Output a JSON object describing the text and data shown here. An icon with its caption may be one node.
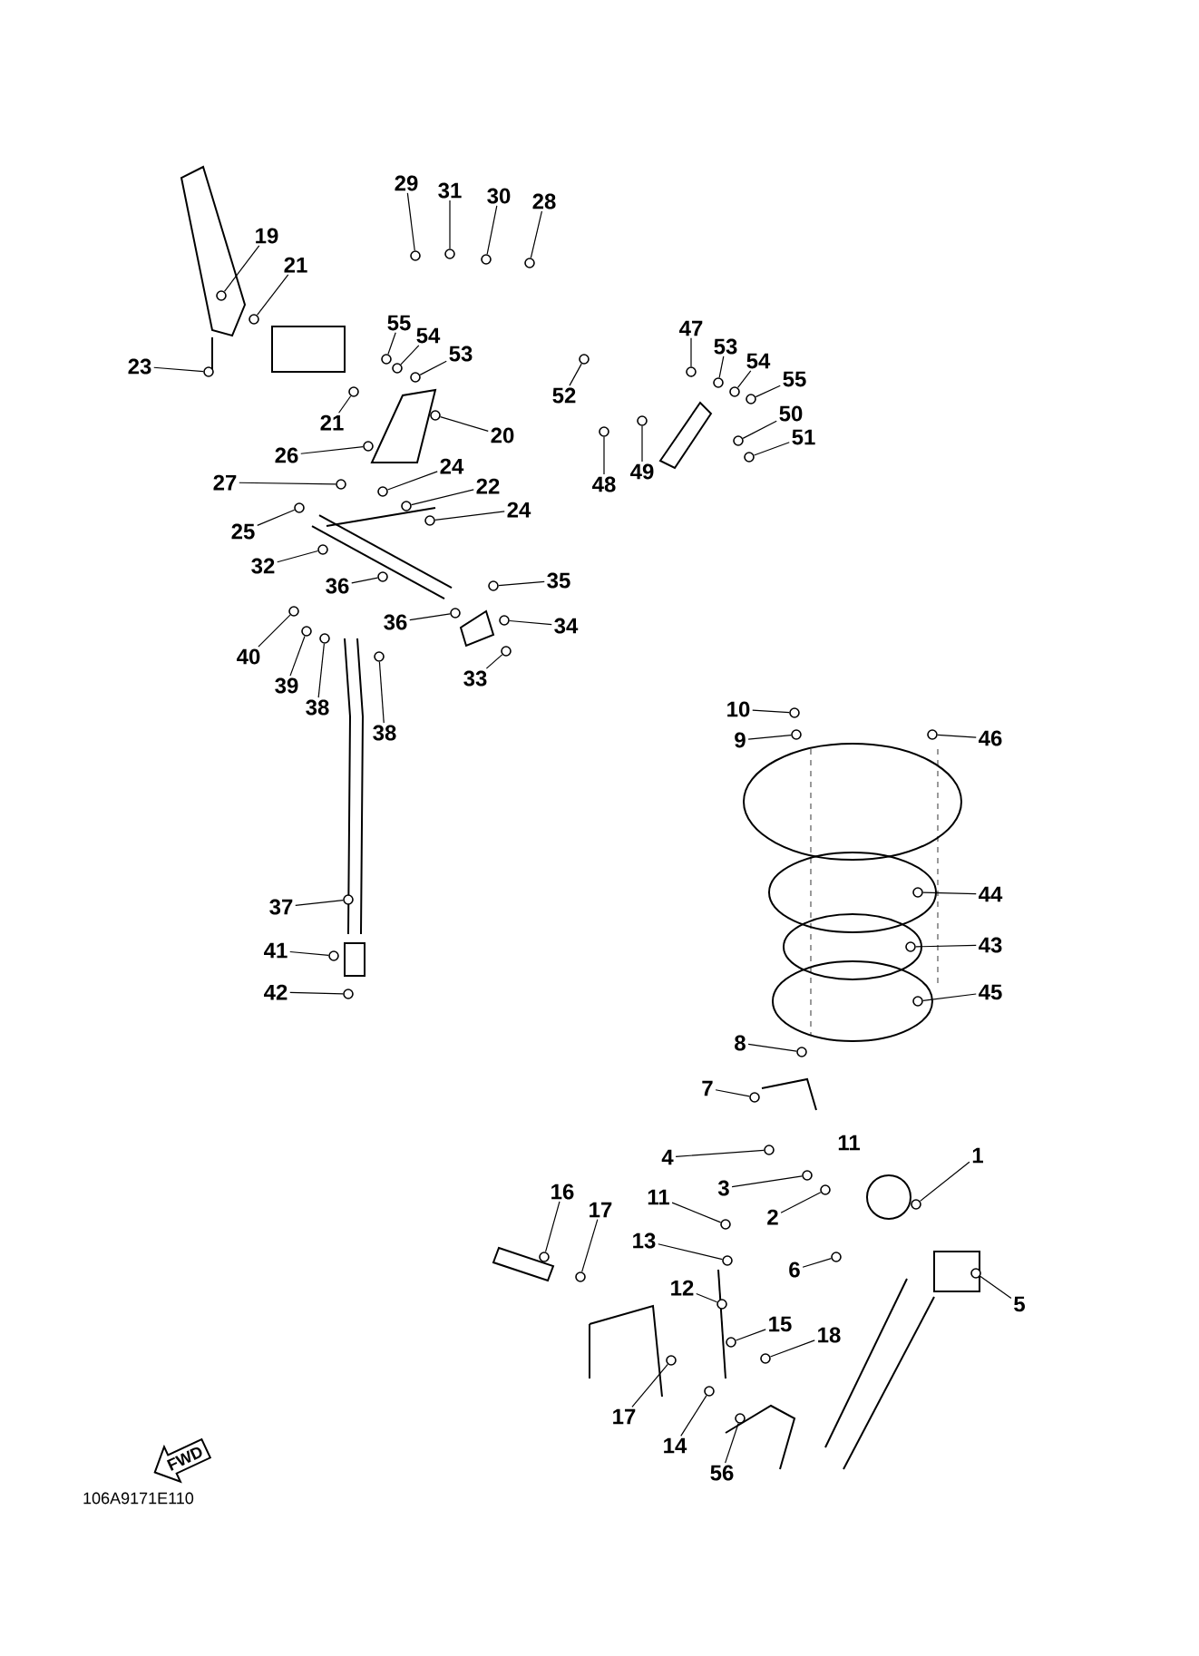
{
  "diagram": {
    "nodes": [
      {
        "text": [
          "29"
        ]
      },
      {
        "text": [
          "31"
        ]
      },
      {
        "text": [
          "30"
        ]
      },
      {
        "text": [
          "28"
        ]
      },
      {
        "text": [
          "19"
        ]
      },
      {
        "text": [
          "21"
        ]
      },
      {
        "text": [
          "23"
        ]
      },
      {
        "text": [
          "55"
        ]
      },
      {
        "text": [
          "54"
        ]
      },
      {
        "text": [
          "53"
        ]
      },
      {
        "text": [
          "52"
        ]
      },
      {
        "text": [
          "47"
        ]
      },
      {
        "text": [
          "53"
        ]
      },
      {
        "text": [
          "54"
        ]
      },
      {
        "text": [
          "55"
        ]
      },
      {
        "text": [
          "50"
        ]
      },
      {
        "text": [
          "51"
        ]
      },
      {
        "text": [
          "21"
        ]
      },
      {
        "text": [
          "20"
        ]
      },
      {
        "text": [
          "26"
        ]
      },
      {
        "text": [
          "27"
        ]
      },
      {
        "text": [
          "24"
        ]
      },
      {
        "text": [
          "22"
        ]
      },
      {
        "text": [
          "48"
        ]
      },
      {
        "text": [
          "49"
        ]
      },
      {
        "text": [
          "24"
        ]
      },
      {
        "text": [
          "25"
        ]
      },
      {
        "text": [
          "32"
        ]
      },
      {
        "text": [
          "36"
        ]
      },
      {
        "text": [
          "35"
        ]
      },
      {
        "text": [
          "36"
        ]
      },
      {
        "text": [
          "34"
        ]
      },
      {
        "text": [
          "40"
        ]
      },
      {
        "text": [
          "39"
        ]
      },
      {
        "text": [
          "38"
        ]
      },
      {
        "text": [
          "33"
        ]
      },
      {
        "text": [
          "38"
        ]
      },
      {
        "text": [
          "10"
        ]
      },
      {
        "text": [
          "9"
        ]
      },
      {
        "text": [
          "46"
        ]
      },
      {
        "text": [
          "44"
        ]
      },
      {
        "text": [
          "37"
        ]
      },
      {
        "text": [
          "43"
        ]
      },
      {
        "text": [
          "41"
        ]
      },
      {
        "text": [
          "45"
        ]
      },
      {
        "text": [
          "42"
        ]
      },
      {
        "text": [
          "8"
        ]
      },
      {
        "text": [
          "7"
        ]
      },
      {
        "text": [
          "11"
        ]
      },
      {
        "text": [
          "4"
        ]
      },
      {
        "text": [
          "1"
        ]
      },
      {
        "text": [
          "3"
        ]
      },
      {
        "text": [
          "16"
        ]
      },
      {
        "text": [
          "11"
        ]
      },
      {
        "text": [
          "2"
        ]
      },
      {
        "text": [
          "17"
        ]
      },
      {
        "text": [
          "13"
        ]
      },
      {
        "text": [
          "6"
        ]
      },
      {
        "text": [
          "12"
        ]
      },
      {
        "text": [
          "5"
        ]
      },
      {
        "text": [
          "15"
        ]
      },
      {
        "text": [
          "18"
        ]
      },
      {
        "text": [
          "17"
        ]
      },
      {
        "text": [
          "14"
        ]
      },
      {
        "text": [
          "56"
        ]
      },
      {
        "text": [
          "FWD"
        ]
      },
      {
        "text": [],
        "shape": "circle"
      },
      {
        "text": [],
        "shape": "circle"
      },
      {
        "text": [],
        "shape": "circle"
      },
      {
        "text": [],
        "shape": "circle"
      },
      {
        "text": [],
        "shape": "circle"
      },
      {
        "text": [],
        "shape": "circle"
      },
      {
        "text": [],
        "shape": "circle"
      },
      {
        "text": [],
        "shape": "circle"
      },
      {
        "text": [],
        "shape": "circle"
      },
      {
        "text": [],
        "shape": "circle"
      },
      {
        "text": [],
        "shape": "circle"
      },
      {
        "text": [],
        "shape": "circle"
      },
      {
        "text": [],
        "shape": "circle"
      },
      {
        "text": [],
        "shape": "circle"
      },
      {
        "text": [],
        "shape": "circle"
      },
      {
        "text": [],
        "shape": "circle"
      },
      {
        "text": [],
        "shape": "circle"
      },
      {
        "text": [],
        "shape": "circle"
      },
      {
        "text": [],
        "shape": "circle"
      },
      {
        "text": [],
        "shape": "circle"
      },
      {
        "text": [],
        "shape": "circle"
      },
      {
        "text": [],
        "shape": "circle"
      },
      {
        "text": [],
        "shape": "circle"
      },
      {
        "text": [],
        "shape": "circle"
      },
      {
        "text": [],
        "shape": "circle"
      },
      {
        "text": [],
        "shape": "circle"
      },
      {
        "text": [],
        "shape": "circle"
      },
      {
        "text": [],
        "shape": "circle"
      },
      {
        "text": [],
        "shape": "circle"
      },
      {
        "text": [],
        "shape": "circle"
      },
      {
        "text": [],
        "shape": "circle"
      },
      {
        "text": [],
        "shape": "circle"
      },
      {
        "text": [],
        "shape": "circle"
      },
      {
        "text": [],
        "shape": "circle"
      },
      {
        "text": [],
        "shape": "circle"
      },
      {
        "text": [],
        "shape": "circle"
      },
      {
        "text": [],
        "shape": "circle"
      },
      {
        "text": [],
        "shape": "circle"
      },
      {
        "text": [],
        "shape": "circle"
      },
      {
        "text": [],
        "shape": "circle"
      },
      {
        "text": [],
        "shape": "circle"
      },
      {
        "text": [],
        "shape": "circle"
      },
      {
        "text": [],
        "shape": "circle"
      },
      {
        "text": [],
        "shape": "circle"
      },
      {
        "text": [],
        "shape": "circle"
      },
      {
        "text": [],
        "shape": "circle"
      },
      {
        "text": [],
        "shape": "circle"
      },
      {
        "text": [],
        "shape": "circle"
      },
      {
        "text": [],
        "shape": "circle"
      },
      {
        "text": [],
        "shape": "circle"
      },
      {
        "text": [],
        "shape": "circle"
      },
      {
        "text": [],
        "shape": "circle"
      },
      {
        "text": [],
        "shape": "circle"
      },
      {
        "text": [],
        "shape": "circle"
      },
      {
        "text": [],
        "shape": "circle"
      },
      {
        "text": [],
        "shape": "circle"
      },
      {
        "text": [],
        "shape": "circle"
      },
      {
        "text": [],
        "shape": "circle"
      },
      {
        "text": [],
        "shape": "circle"
      },
      {
        "text": [],
        "shape": "circle"
      },
      {
        "text": [],
        "shape": "circle"
      },
      {
        "text": [],
        "shape": "circle"
      },
      {
        "text": [],
        "shape": "circle"
      },
      {
        "text": [],
        "shape": "circle"
      }
    ],
    "edges": [
      {
        "from": 0,
        "to": 66,
        "arrow": "none"
      },
      {
        "from": 1,
        "to": 67,
        "arrow": "none"
      },
      {
        "from": 2,
        "to": 68,
        "arrow": "none"
      },
      {
        "from": 3,
        "to": 69,
        "arrow": "none"
      },
      {
        "from": 4,
        "to": 70,
        "arrow": "none"
      },
      {
        "from": 5,
        "to": 71,
        "arrow": "none"
      },
      {
        "from": 6,
        "to": 72,
        "arrow": "none"
      },
      {
        "from": 7,
        "to": 73,
        "arrow": "none"
      },
      {
        "from": 8,
        "to": 74,
        "arrow": "none"
      },
      {
        "from": 9,
        "to": 75,
        "arrow": "none"
      },
      {
        "from": 10,
        "to": 76,
        "arrow": "none"
      },
      {
        "from": 11,
        "to": 77,
        "arrow": "none"
      },
      {
        "from": 12,
        "to": 78,
        "arrow": "none"
      },
      {
        "from": 13,
        "to": 79,
        "arrow": "none"
      },
      {
        "from": 14,
        "to": 80,
        "arrow": "none"
      },
      {
        "from": 15,
        "to": 81,
        "arrow": "none"
      },
      {
        "from": 16,
        "to": 82,
        "arrow": "none"
      },
      {
        "from": 17,
        "to": 83,
        "arrow": "none"
      },
      {
        "from": 18,
        "to": 84,
        "arrow": "none"
      },
      {
        "from": 19,
        "to": 85,
        "arrow": "none"
      },
      {
        "from": 20,
        "to": 86,
        "arrow": "none"
      },
      {
        "from": 21,
        "to": 87,
        "arrow": "none"
      },
      {
        "from": 22,
        "to": 88,
        "arrow": "none"
      },
      {
        "from": 23,
        "to": 89,
        "arrow": "none"
      },
      {
        "from": 24,
        "to": 90,
        "arrow": "none"
      },
      {
        "from": 25,
        "to": 91,
        "arrow": "none"
      },
      {
        "from": 26,
        "to": 92,
        "arrow": "none"
      },
      {
        "from": 27,
        "to": 93,
        "arrow": "none"
      },
      {
        "from": 28,
        "to": 94,
        "arrow": "none"
      },
      {
        "from": 29,
        "to": 95,
        "arrow": "none"
      },
      {
        "from": 30,
        "to": 96,
        "arrow": "none"
      },
      {
        "from": 31,
        "to": 97,
        "arrow": "none"
      },
      {
        "from": 32,
        "to": 98,
        "arrow": "none"
      },
      {
        "from": 33,
        "to": 99,
        "arrow": "none"
      },
      {
        "from": 34,
        "to": 100,
        "arrow": "none"
      },
      {
        "from": 35,
        "to": 101,
        "arrow": "none"
      },
      {
        "from": 36,
        "to": 102,
        "arrow": "none"
      },
      {
        "from": 37,
        "to": 103,
        "arrow": "none"
      },
      {
        "from": 38,
        "to": 104,
        "arrow": "none"
      },
      {
        "from": 39,
        "to": 105,
        "arrow": "none"
      },
      {
        "from": 40,
        "to": 106,
        "arrow": "none"
      },
      {
        "from": 41,
        "to": 107,
        "arrow": "none"
      },
      {
        "from": 42,
        "to": 108,
        "arrow": "none"
      },
      {
        "from": 43,
        "to": 109,
        "arrow": "none"
      },
      {
        "from": 44,
        "to": 110,
        "arrow": "none"
      },
      {
        "from": 45,
        "to": 111,
        "arrow": "none"
      },
      {
        "from": 46,
        "to": 112,
        "arrow": "none"
      },
      {
        "from": 47,
        "to": 113,
        "arrow": "none"
      },
      {
        "from": 49,
        "to": 114,
        "arrow": "none"
      },
      {
        "from": 50,
        "to": 115,
        "arrow": "none"
      },
      {
        "from": 51,
        "to": 116,
        "arrow": "none"
      },
      {
        "from": 52,
        "to": 117,
        "arrow": "none"
      },
      {
        "from": 53,
        "to": 118,
        "arrow": "none"
      },
      {
        "from": 54,
        "to": 119,
        "arrow": "none"
      },
      {
        "from": 55,
        "to": 120,
        "arrow": "none"
      },
      {
        "from": 56,
        "to": 121,
        "arrow": "none"
      },
      {
        "from": 57,
        "to": 122,
        "arrow": "none"
      },
      {
        "from": 58,
        "to": 123,
        "arrow": "none"
      },
      {
        "from": 59,
        "to": 124,
        "arrow": "none"
      },
      {
        "from": 60,
        "to": 125,
        "arrow": "none"
      },
      {
        "from": 61,
        "to": 126,
        "arrow": "none"
      },
      {
        "from": 62,
        "to": 127,
        "arrow": "none"
      },
      {
        "from": 63,
        "to": 128,
        "arrow": "none"
      },
      {
        "from": 64,
        "to": 129,
        "arrow": "none"
      }
    ],
    "labels": [
      "106A9171E110"
    ]
  }
}
